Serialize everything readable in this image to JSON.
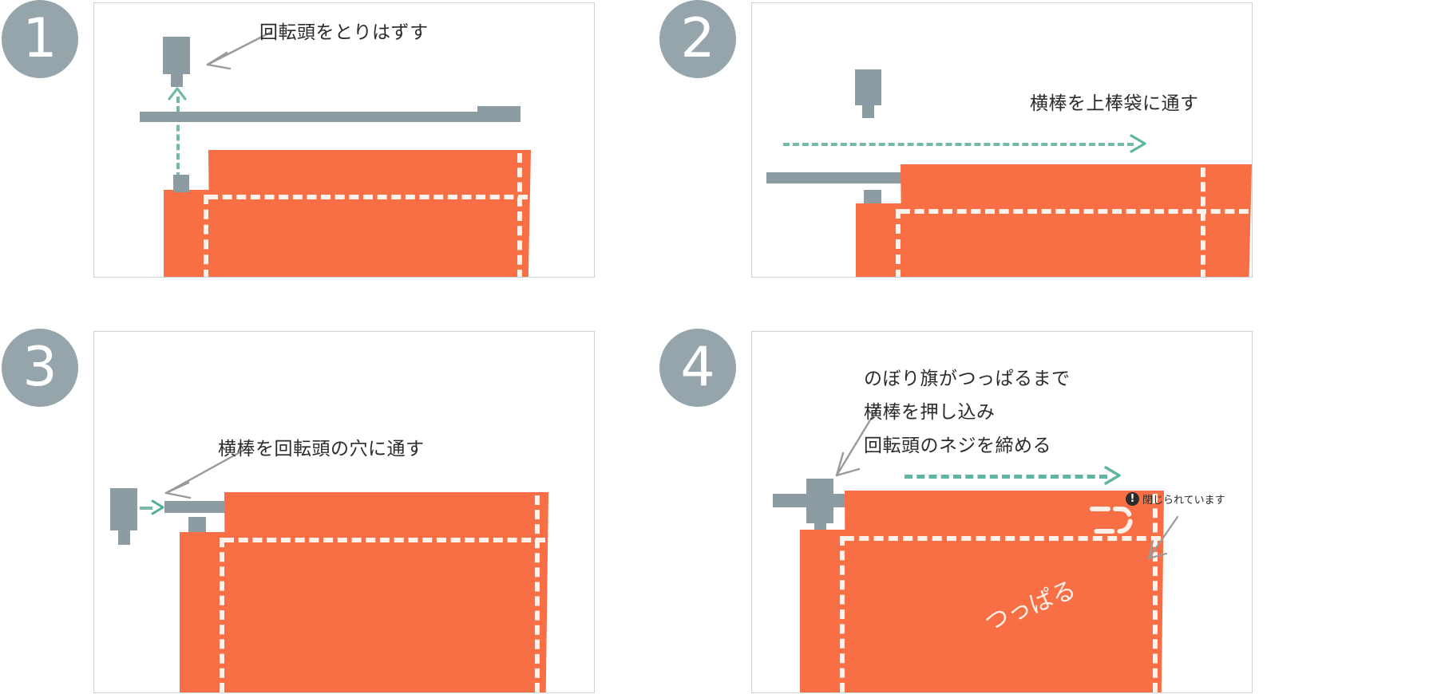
{
  "diagram": {
    "title_steps": [
      "1",
      "2",
      "3",
      "4"
    ],
    "accent_orange": "#f96f45",
    "accent_gray": "#8d9ba3",
    "accent_badge_gray": "#95a5ab",
    "accent_teal": "#74b9a8",
    "seam_white": "#fdf1ea",
    "panel_border": "#c9d3d6"
  },
  "steps": [
    {
      "number": "1",
      "instruction": "回転頭をとりはずす",
      "icons": {
        "callout": "callout-arrow-icon",
        "motion": "up-arrow-dashed-icon"
      }
    },
    {
      "number": "2",
      "instruction": "横棒を上棒袋に通す",
      "icons": {
        "motion": "right-arrow-dashed-icon"
      }
    },
    {
      "number": "3",
      "instruction": "横棒を回転頭の穴に通す",
      "icons": {
        "callout": "callout-arrow-icon",
        "motion": "right-arrow-dashed-icon"
      }
    },
    {
      "number": "4",
      "instruction_line1": "のぼり旗がつっぱるまで",
      "instruction_line2": "横棒を押し込み",
      "instruction_line3": "回転頭のネジを締める",
      "badge": {
        "icon": "exclamation-circle-icon",
        "label": "閉じられています"
      },
      "banner_script": "つっぱる",
      "icons": {
        "callout": "callout-arrow-icon",
        "motion": "right-arrow-dashed-icon",
        "badge_pointer": "callout-arrow-icon"
      }
    }
  ]
}
